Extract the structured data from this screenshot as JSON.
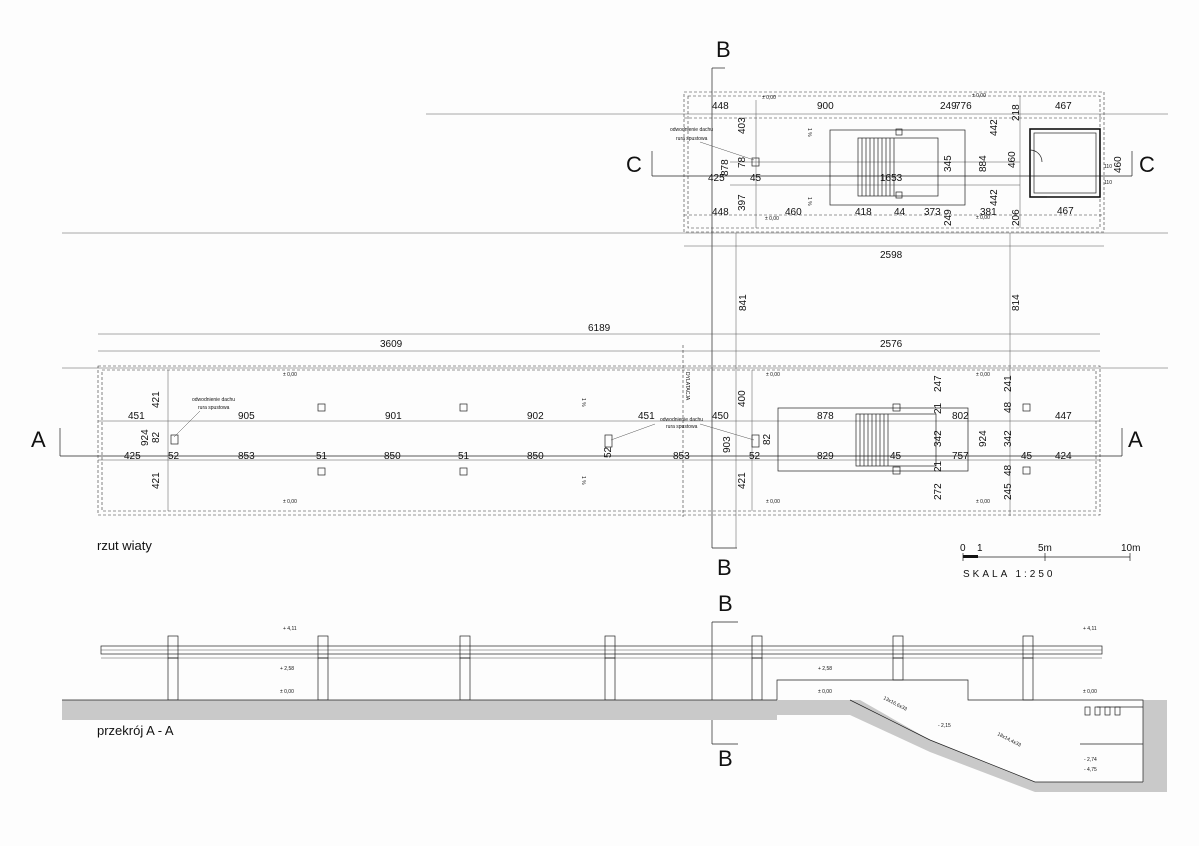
{
  "section_letters": {
    "b_top": "B",
    "b_mid": "B",
    "b_sec_top": "B",
    "b_sec_bot": "B",
    "c_left": "C",
    "c_right": "C",
    "a_left": "A",
    "a_right": "A"
  },
  "titles": {
    "plan": "rzut wiaty",
    "section": "przekrój A - A"
  },
  "scale": {
    "label": "SKALA  1:250",
    "t0": "0",
    "t1": "1",
    "t5": "5m",
    "t10": "10m"
  },
  "notes": {
    "drain_1": "odwodnienie dachu",
    "drain_2": "rura spustowa",
    "dylatacja": "DYLATACJA",
    "slope": "1 %"
  },
  "levels": {
    "zero": "± 0,00",
    "roof": "+ 4,11",
    "under": "+ 2,58",
    "l215": "- 2,15",
    "l274": "- 2,74",
    "l475": "- 4,75"
  },
  "stairs": {
    "upper": "13x16,6x33",
    "lower": "18x14,4x33"
  },
  "dims_top": {
    "d448a": "448",
    "d900": "900",
    "d249": "249",
    "d776": "776",
    "d218": "218",
    "d467a": "467",
    "d403": "403",
    "d442a": "442",
    "d878": "878",
    "d78": "78",
    "d425": "425",
    "d45": "45",
    "d1653": "1653",
    "d345": "345",
    "d884": "884",
    "d460a": "460",
    "d460b": "460",
    "d448b": "448",
    "d397": "397",
    "d460c": "460",
    "d418": "418",
    "d44": "44",
    "d373": "373",
    "d249b": "249",
    "d442b": "442",
    "d381": "381",
    "d206": "206",
    "d467b": "467",
    "d110a": "110",
    "d110b": "110",
    "d2598": "2598",
    "d841": "841",
    "d814": "814"
  },
  "dims_plan": {
    "d6189": "6189",
    "d3609": "3609",
    "d2576": "2576",
    "d451a": "451",
    "d421a": "421",
    "d905": "905",
    "d901": "901",
    "d902": "902",
    "d451b": "451",
    "d450": "450",
    "d400": "400",
    "d878": "878",
    "d247": "247",
    "d21a": "21",
    "d802": "802",
    "d241": "241",
    "d48a": "48",
    "d447": "447",
    "d924a": "924",
    "d82a": "82",
    "d903": "903",
    "d82b": "82",
    "d342a": "342",
    "d924b": "924",
    "d342b": "342",
    "d425": "425",
    "d52a": "52",
    "d853a": "853",
    "d51a": "51",
    "d850a": "850",
    "d51b": "51",
    "d850b": "850",
    "d853b": "853",
    "d52b": "52",
    "d829": "829",
    "d45a": "45",
    "d21b": "21",
    "d757": "757",
    "d45b": "45",
    "d424": "424",
    "d421b": "421",
    "d421c": "421",
    "d272": "272",
    "d245": "245",
    "d48b": "48",
    "d52c": "52"
  }
}
